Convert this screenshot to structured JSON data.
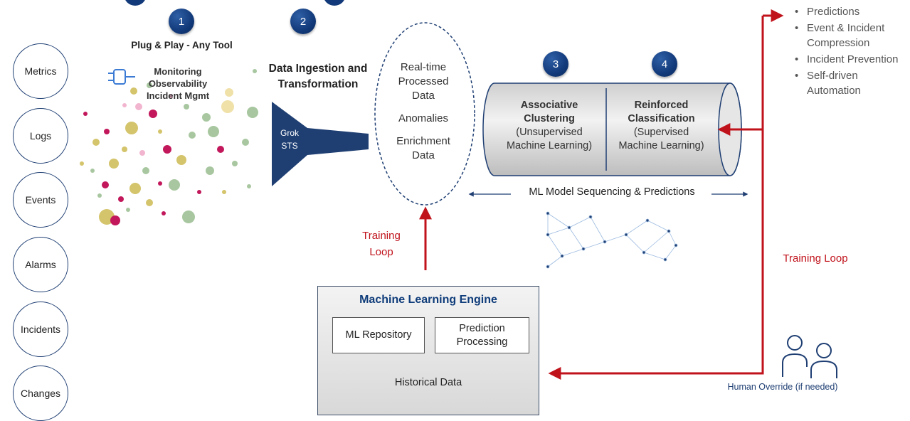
{
  "sources": [
    "Metrics",
    "Logs",
    "Events",
    "Alarms",
    "Incidents",
    "Changes"
  ],
  "steps": {
    "step1": {
      "number": "1",
      "title": "Plug & Play - Any Tool",
      "lines": [
        "Monitoring",
        "Observability",
        "Incident Mgmt"
      ]
    },
    "step2": {
      "number": "2",
      "title_line1": "Data Ingestion and",
      "title_line2": "Transformation",
      "funnel_line1": "Grok",
      "funnel_line2": "STS"
    },
    "step3": {
      "number": "3",
      "title_line1": "Associative",
      "title_line2": "Clustering",
      "sub_line1": "(Unsupervised",
      "sub_line2": "Machine Learning)"
    },
    "step4": {
      "number": "4",
      "title_line1": "Reinforced",
      "title_line2": "Classification",
      "sub_line1": "(Supervised",
      "sub_line2": "Machine Learning)"
    }
  },
  "processed": {
    "line1": "Real-time",
    "line2": "Processed",
    "line3": "Data",
    "anomalies": "Anomalies",
    "enrich1": "Enrichment",
    "enrich2": "Data"
  },
  "ml_sequencing": "ML Model Sequencing &  Predictions",
  "outputs": [
    "Predictions",
    "Event & Incident Compression",
    "Incident Prevention",
    "Self-driven Automation"
  ],
  "training_loop_left_1": "Training",
  "training_loop_left_2": "Loop",
  "training_loop_right": "Training Loop",
  "engine": {
    "title": "Machine Learning Engine",
    "repository": "ML Repository",
    "prediction_1": "Prediction",
    "prediction_2": "Processing",
    "historical": "Historical Data"
  },
  "human_override": "Human Override (if needed)",
  "colors": {
    "navy": "#123a7a",
    "red": "#c0121b",
    "blue_text": "#0f3c7a"
  }
}
